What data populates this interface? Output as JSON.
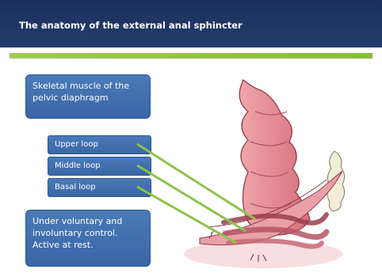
{
  "title": "The anatomy of the external anal sphincter",
  "boxes": {
    "skeletal": [
      "Skeletal muscle of the",
      "pelvic diaphragm"
    ],
    "loops": [
      "Upper loop",
      "Middle loop",
      "Basal loop"
    ],
    "control": [
      "Under voluntary and",
      "involuntary control.",
      "Active at rest."
    ]
  },
  "colors": {
    "title_bar": "#1a2f5a",
    "accent_green": "#8cc34a",
    "box_blue": "#4272b0",
    "muscle_pink": "#e48b93"
  },
  "icons": [
    "anatomy-illustration"
  ]
}
